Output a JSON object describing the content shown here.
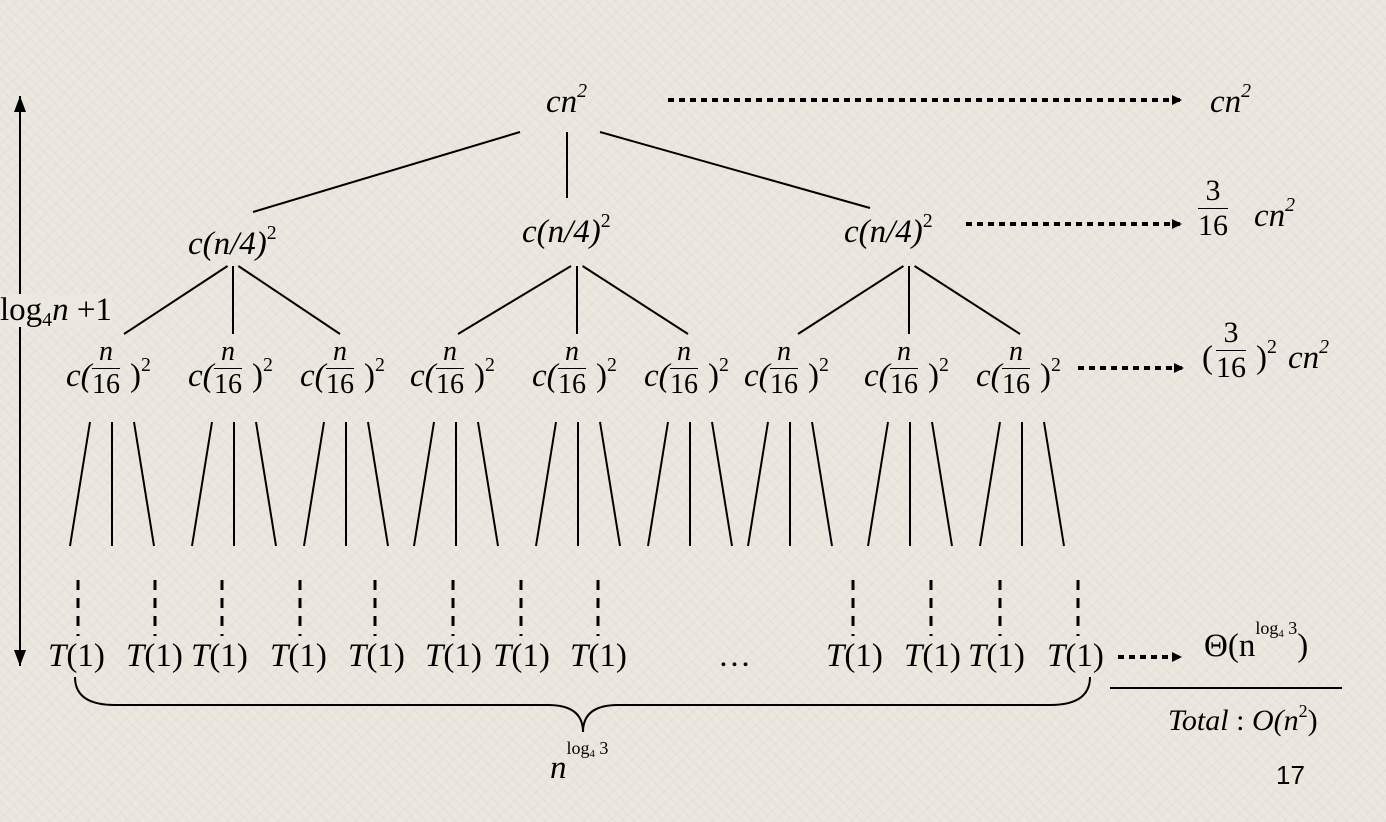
{
  "root_label": "cn",
  "root_exp": "2",
  "level1_label_prefix": "c(n/4)",
  "level1_exp": "2",
  "level2_prefix": "c(",
  "level2_num": "n",
  "level2_den": "16",
  "level2_suffix": ")",
  "level2_exp": "2",
  "leaf_label": "T(1)",
  "ellipsis": "…",
  "height_label": {
    "log": "log",
    "base": "4",
    "var": "n",
    "plus": " +1"
  },
  "row_sums": {
    "level0": {
      "text": "cn",
      "exp": "2"
    },
    "level1": {
      "num": "3",
      "den": "16",
      "tail": "cn",
      "exp": "2"
    },
    "level2": {
      "open": "(",
      "num": "3",
      "den": "16",
      "close": ")",
      "pexp": "2",
      "tail": "cn",
      "exp": "2"
    },
    "leaves": {
      "theta": "Θ(n",
      "exp": "log",
      "exp_base": "4",
      "exp_tail": " 3",
      "close": ")"
    }
  },
  "leaf_count": {
    "base": "n",
    "exp": "log",
    "exp_base": "4",
    "exp_tail": " 3"
  },
  "total": {
    "label": "Total",
    "colon": " : ",
    "value": "O(n",
    "exp": "2",
    "close": ")"
  },
  "page_number": "17",
  "colors": {
    "ink": "#000000",
    "background": "#ece8df"
  }
}
